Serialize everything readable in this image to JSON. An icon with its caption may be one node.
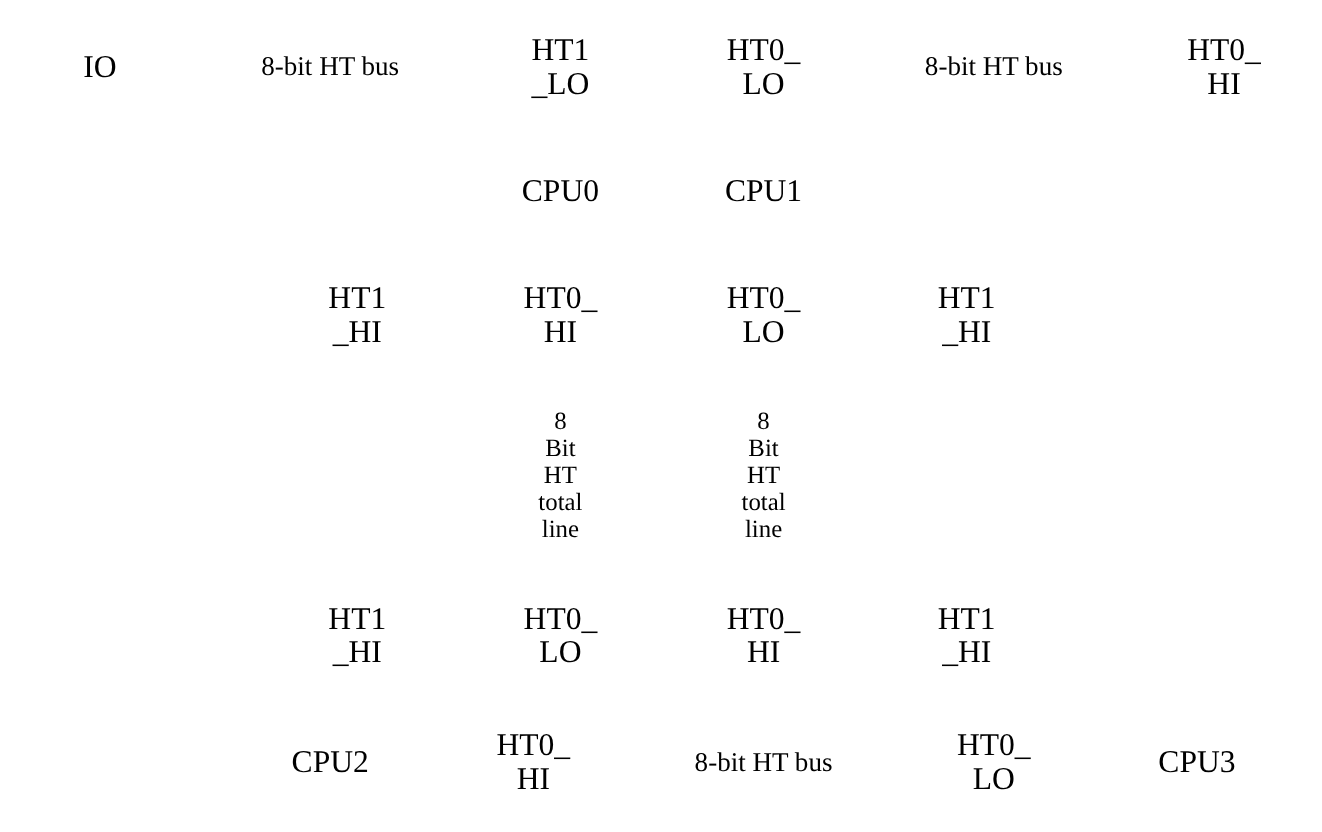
{
  "diagram": {
    "labels": [
      "IO",
      "8-bit HT bus",
      "HT1 _LO",
      "HT0_ LO",
      "8-bit HT bus",
      "HT0_ HI",
      "CPU0",
      "CPU1",
      "HT1 _HI",
      "HT0_ HI",
      "HT0_ LO",
      "HT1 _HI",
      "8 Bit HT total line",
      "8 Bit HT total line",
      "HT1 _HI",
      "HT0_ LO",
      "HT0_ HI",
      "HT1 _HI",
      "CPU2",
      "HT0_ HI",
      "8-bit HT bus",
      "HT0_ LO",
      "CPU3"
    ]
  }
}
